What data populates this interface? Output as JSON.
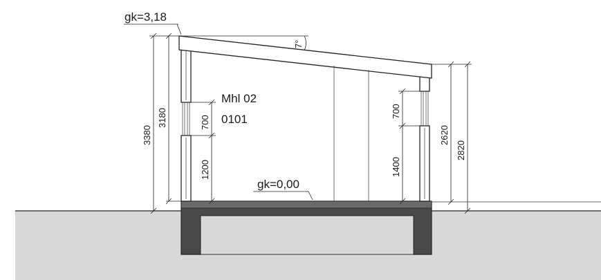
{
  "levels": {
    "roof": "gk=3,18",
    "floor": "gk=0,00"
  },
  "room": {
    "name": "Mhl 02",
    "number": "0101"
  },
  "roof_angle": "7°",
  "dimensions": {
    "left_total": "3380",
    "left_inner": "3180",
    "left_window_height": "700",
    "left_sill_height": "1200",
    "right_window_height": "700",
    "right_sill_height": "1400",
    "right_inner": "2620",
    "right_total": "2820"
  },
  "colors": {
    "ground": "#d9d9d9",
    "foundation": "#4a4a4a",
    "line": "#222222"
  }
}
